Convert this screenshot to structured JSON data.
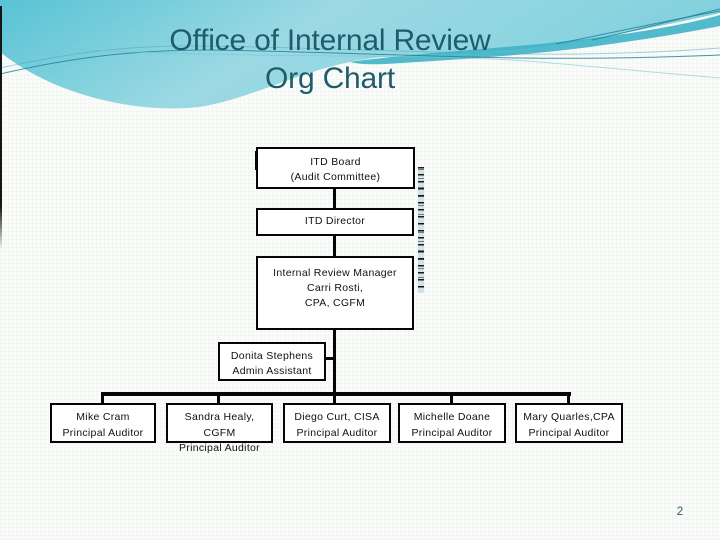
{
  "slide": {
    "title_line1": "Office of Internal Review",
    "title_line2": "Org Chart",
    "page_number": "2"
  },
  "org_chart": {
    "nodes": [
      {
        "name": "itd-board",
        "lines": [
          "ITD Board",
          "(Audit Committee)"
        ]
      },
      {
        "name": "itd-director",
        "lines": [
          "ITD Director"
        ]
      },
      {
        "name": "internal-review-manager",
        "lines": [
          "Internal Review Manager",
          "Carri Rosti,",
          "CPA, CGFM"
        ]
      },
      {
        "name": "admin-assistant",
        "lines": [
          "Donita Stephens",
          "Admin Assistant"
        ]
      },
      {
        "name": "principal-auditor-1",
        "lines": [
          "Mike Cram",
          "Principal Auditor"
        ]
      },
      {
        "name": "principal-auditor-2",
        "lines": [
          "Sandra Healy, CGFM",
          "Principal Auditor"
        ]
      },
      {
        "name": "principal-auditor-3",
        "lines": [
          "Diego Curt, CISA",
          "Principal Auditor"
        ]
      },
      {
        "name": "principal-auditor-4",
        "lines": [
          "Michelle Doane",
          "Principal Auditor"
        ]
      },
      {
        "name": "principal-auditor-5",
        "lines": [
          "Mary Quarles,CPA",
          "Principal Auditor"
        ]
      }
    ]
  },
  "colors": {
    "title_text": "#1E5C6B",
    "band_aqua_dark": "#58C3D4",
    "band_aqua_light": "#9BD9E3",
    "accent_wave": "#3FB3C7",
    "box_border": "#050505",
    "box_fill": "#FFFFFF",
    "page_number_text": "#2A5E6A"
  }
}
